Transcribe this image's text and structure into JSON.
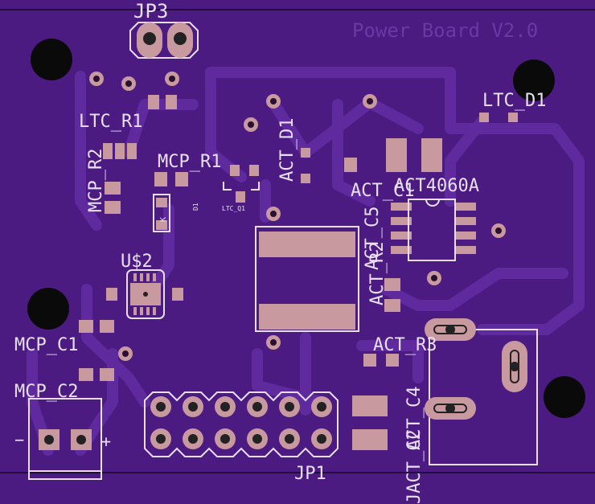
{
  "board": {
    "title": "Power Board V2.0"
  },
  "labels": {
    "jp3": "JP3",
    "ltc_r1": "LTC_R1",
    "ltc_d1": "LTC_D1",
    "mcp_r1": "MCP_R1",
    "mcp_r2": "MCP_R2",
    "act_d1": "ACT_D1",
    "ltc_q1": "LTC_Q1",
    "d1": "D1",
    "k": "K",
    "act4060a": "ACT4060A",
    "act_c1": "ACT_C1",
    "act_c5": "ACT_C5",
    "act_r2": "ACT_R2",
    "u2": "U$2",
    "mcp_c1": "MCP_C1",
    "mcp_c2": "MCP_C2",
    "act_r3": "ACT_R3",
    "act_c4": "ACT_C4",
    "jact_c2": "JACT_C2",
    "jp1": "JP1",
    "minus": "−",
    "plus": "+"
  },
  "colors": {
    "board": "#4b1b82",
    "copper_trace": "#5e2a9e",
    "pad": "#c89aa0",
    "silkscreen": "#e8e0f0",
    "hole": "#0a0a0a"
  }
}
